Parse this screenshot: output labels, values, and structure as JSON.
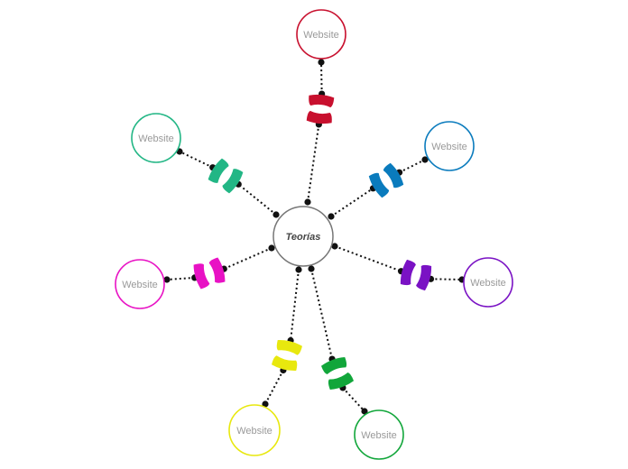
{
  "center": {
    "label": "Teorías",
    "color": "#777777"
  },
  "nodes": [
    {
      "label": "Website",
      "color": "#c8102e"
    },
    {
      "label": "Website",
      "color": "#0a7bbd"
    },
    {
      "label": "Website",
      "color": "#7a12c4"
    },
    {
      "label": "Website",
      "color": "#11a63a"
    },
    {
      "label": "Website",
      "color": "#e8e80e"
    },
    {
      "label": "Website",
      "color": "#e812c4"
    },
    {
      "label": "Website",
      "color": "#22b685"
    }
  ]
}
